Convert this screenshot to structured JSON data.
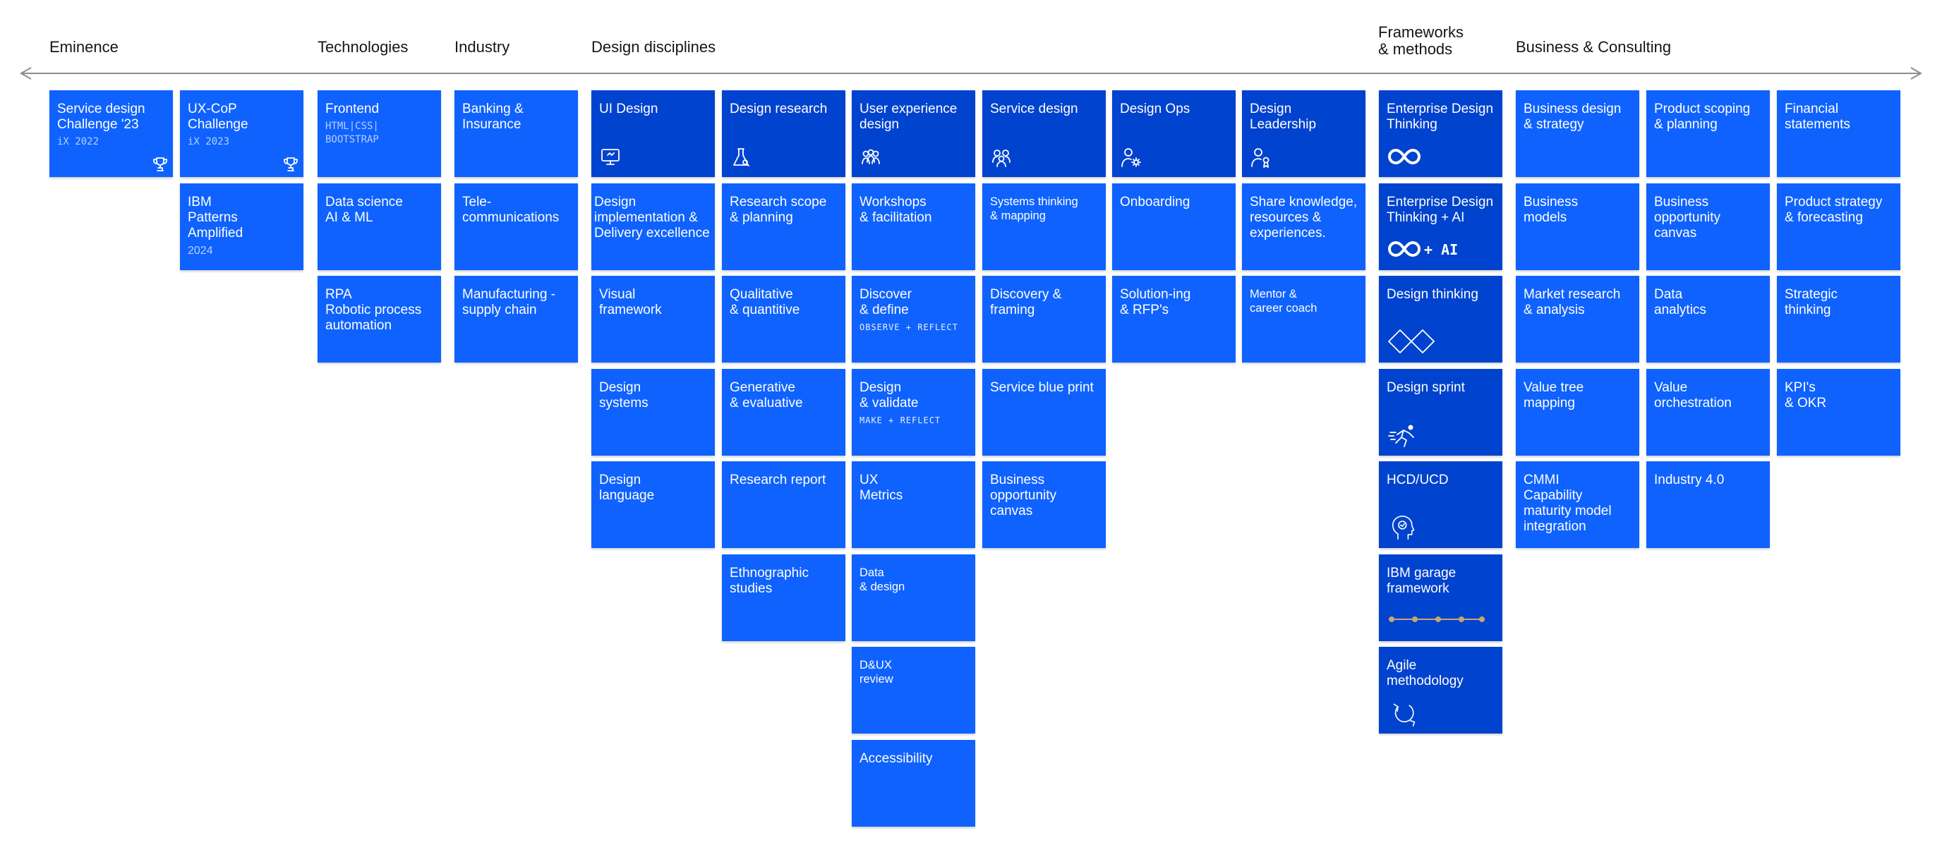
{
  "headers": {
    "eminence": "Eminence",
    "technologies": "Technologies",
    "industry": "Industry",
    "design_disciplines": "Design disciplines",
    "frameworks": "Frameworks\n& methods",
    "business": "Business & Consulting"
  },
  "colors": {
    "tile": "#0f62fe",
    "tile_dark": "#0043ce",
    "text": "#161616",
    "axis": "#8d8d8d"
  },
  "columns": [
    {
      "id": "eminence-1",
      "tiles": [
        {
          "label": "Service design\nChallenge '23",
          "sub": "iX 2022",
          "icon": "trophy-icon"
        }
      ]
    },
    {
      "id": "eminence-2",
      "tiles": [
        {
          "label": "UX-CoP\nChallenge",
          "sub": "iX 2023",
          "icon": "trophy-icon"
        },
        {
          "label": "IBM\nPatterns\nAmplified",
          "sub": "2024",
          "sub_style": "plain"
        }
      ]
    },
    {
      "id": "technologies",
      "tiles": [
        {
          "label": "Frontend",
          "sub": "HTML|CSS|\nBOOTSTRAP"
        },
        {
          "label": "Data science\nAI & ML"
        },
        {
          "label": "RPA\nRobotic process\nautomation"
        }
      ]
    },
    {
      "id": "industry",
      "tiles": [
        {
          "label": "Banking &\nInsurance"
        },
        {
          "label": "Tele-\ncommunications"
        },
        {
          "label": "Manufacturing -\nsupply chain"
        }
      ]
    },
    {
      "id": "ui-design",
      "tiles": [
        {
          "label": "UI Design",
          "icon": "ui-design-icon",
          "dark": true
        },
        {
          "label": "Design\nimplementation &\nDelivery excellence",
          "tight": true
        },
        {
          "label": "Visual\nframework"
        },
        {
          "label": "Design\nsystems"
        },
        {
          "label": "Design\nlanguage"
        }
      ]
    },
    {
      "id": "design-research",
      "tiles": [
        {
          "label": "Design research",
          "icon": "flask-icon",
          "dark": true
        },
        {
          "label": "Research scope\n& planning"
        },
        {
          "label": "Qualitative\n& quantitive"
        },
        {
          "label": "Generative\n& evaluative"
        },
        {
          "label": "Research report"
        },
        {
          "label": "Ethnographic\nstudies"
        }
      ]
    },
    {
      "id": "user-experience",
      "tiles": [
        {
          "label": "User experience\ndesign",
          "icon": "group-icon",
          "dark": true
        },
        {
          "label": "Workshops\n& facilitation"
        },
        {
          "label": "Discover\n& define",
          "sub": "OBSERVE + REFLECT",
          "sub_style": "mono-s"
        },
        {
          "label": "Design\n& validate",
          "sub": "MAKE + REFLECT",
          "sub_style": "mono-s"
        },
        {
          "label": "UX\nMetrics"
        },
        {
          "label": "Data\n& design",
          "small": true
        },
        {
          "label": "D&UX\nreview",
          "small": true
        },
        {
          "label": "Accessibility"
        }
      ]
    },
    {
      "id": "service-design",
      "tiles": [
        {
          "label": "Service design",
          "icon": "people-icon",
          "dark": true
        },
        {
          "label": "Systems thinking\n& mapping",
          "small": true
        },
        {
          "label": "Discovery &\nframing"
        },
        {
          "label": "Service blue print"
        },
        {
          "label": "Business\nopportunity\ncanvas"
        }
      ]
    },
    {
      "id": "design-ops",
      "tiles": [
        {
          "label": "Design Ops",
          "icon": "user-settings-icon",
          "dark": true
        },
        {
          "label": "Onboarding"
        },
        {
          "label": "Solution-ing\n& RFP's"
        }
      ]
    },
    {
      "id": "design-leadership",
      "tiles": [
        {
          "label": "Design\nLeadership",
          "icon": "user-badge-icon",
          "dark": true
        },
        {
          "label": "Share knowledge,\nresources &\nexperiences."
        },
        {
          "label": "Mentor &\ncareer coach",
          "small": true
        }
      ]
    },
    {
      "id": "frameworks",
      "tiles": [
        {
          "label": "Enterprise Design\nThinking",
          "icon": "infinity-icon",
          "dark": true
        },
        {
          "label": "Enterprise Design\nThinking + AI",
          "icon": "infinity-ai-icon",
          "icon_text": "+ AI",
          "dark": true
        },
        {
          "label": "Design thinking",
          "icon": "diamonds-icon",
          "dark": true
        },
        {
          "label": "Design sprint",
          "icon": "sprint-icon",
          "dark": true
        },
        {
          "label": "HCD/UCD",
          "icon": "head-icon",
          "dark": true
        },
        {
          "label": "IBM garage\nframework",
          "icon": "timeline-icon",
          "dark": true
        },
        {
          "label": "Agile\nmethodology",
          "icon": "cycle-icon",
          "dark": true
        }
      ]
    },
    {
      "id": "business-1",
      "tiles": [
        {
          "label": "Business design\n& strategy"
        },
        {
          "label": "Business\nmodels"
        },
        {
          "label": "Market research\n& analysis"
        },
        {
          "label": "Value tree\nmapping"
        },
        {
          "label": "CMMI\nCapability\nmaturity model\nintegration"
        }
      ]
    },
    {
      "id": "business-2",
      "tiles": [
        {
          "label": "Product scoping\n& planning"
        },
        {
          "label": "Business\nopportunity\ncanvas"
        },
        {
          "label": "Data\nanalytics"
        },
        {
          "label": "Value\norchestration"
        },
        {
          "label": "Industry 4.0"
        }
      ]
    },
    {
      "id": "business-3",
      "tiles": [
        {
          "label": "Financial\nstatements"
        },
        {
          "label": "Product strategy\n& forecasting"
        },
        {
          "label": "Strategic\nthinking"
        },
        {
          "label": "KPI's\n& OKR"
        }
      ]
    }
  ]
}
